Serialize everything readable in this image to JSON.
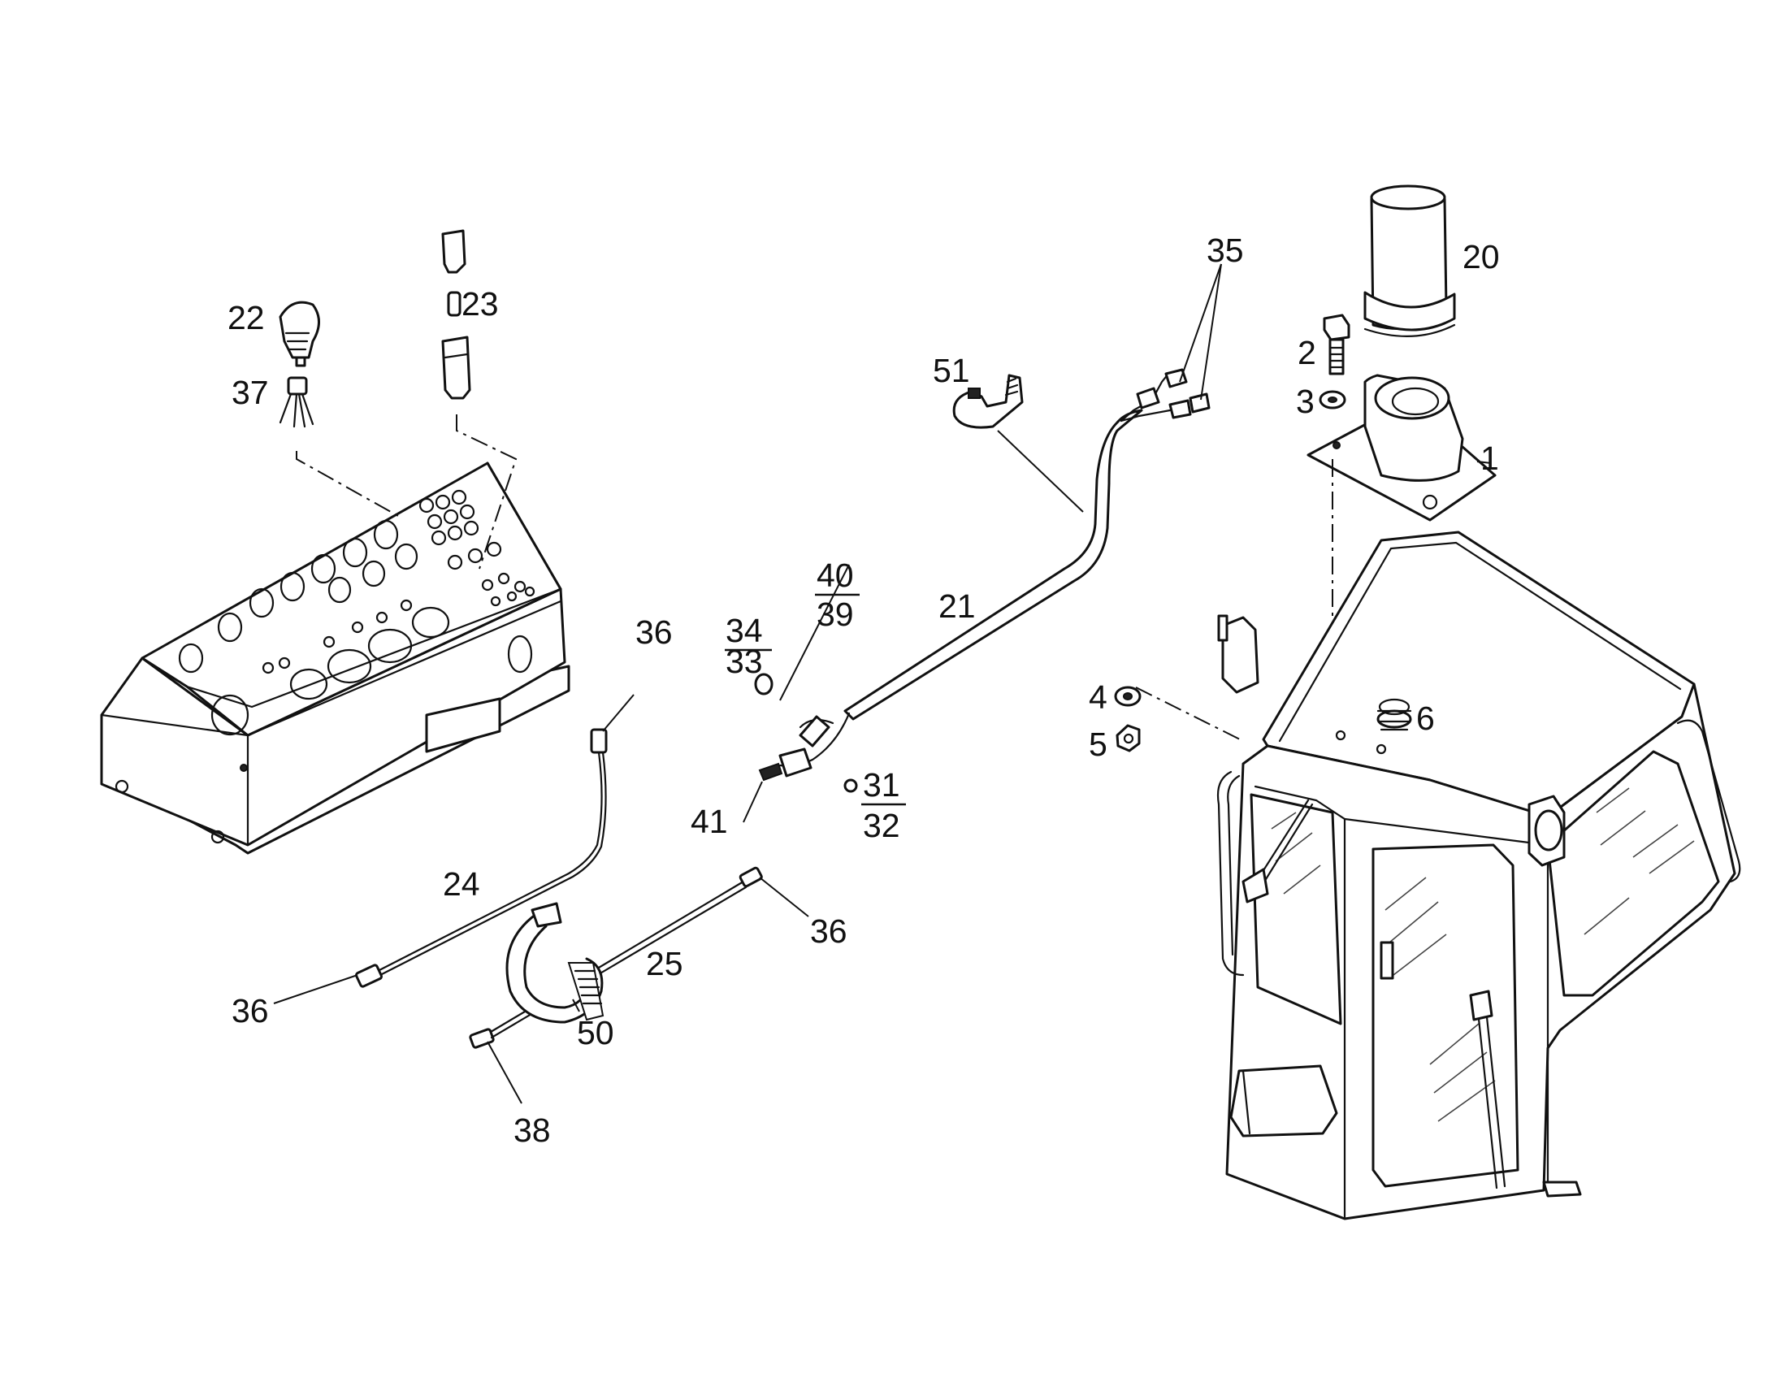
{
  "callouts": {
    "c1": "1",
    "c2": "2",
    "c3": "3",
    "c4": "4",
    "c5": "5",
    "c6": "6",
    "c20": "20",
    "c21": "21",
    "c22": "22",
    "c23": "23",
    "c24": "24",
    "c25": "25",
    "c35": "35",
    "c36a": "36",
    "c36b": "36",
    "c36c": "36",
    "c37": "37",
    "c38": "38",
    "c41": "41",
    "c50": "50",
    "c51": "51",
    "f34_33": {
      "top": "34",
      "bottom": "33"
    },
    "f40_39": {
      "top": "40",
      "bottom": "39"
    },
    "f31_32": {
      "top": "31",
      "bottom": "32"
    }
  }
}
